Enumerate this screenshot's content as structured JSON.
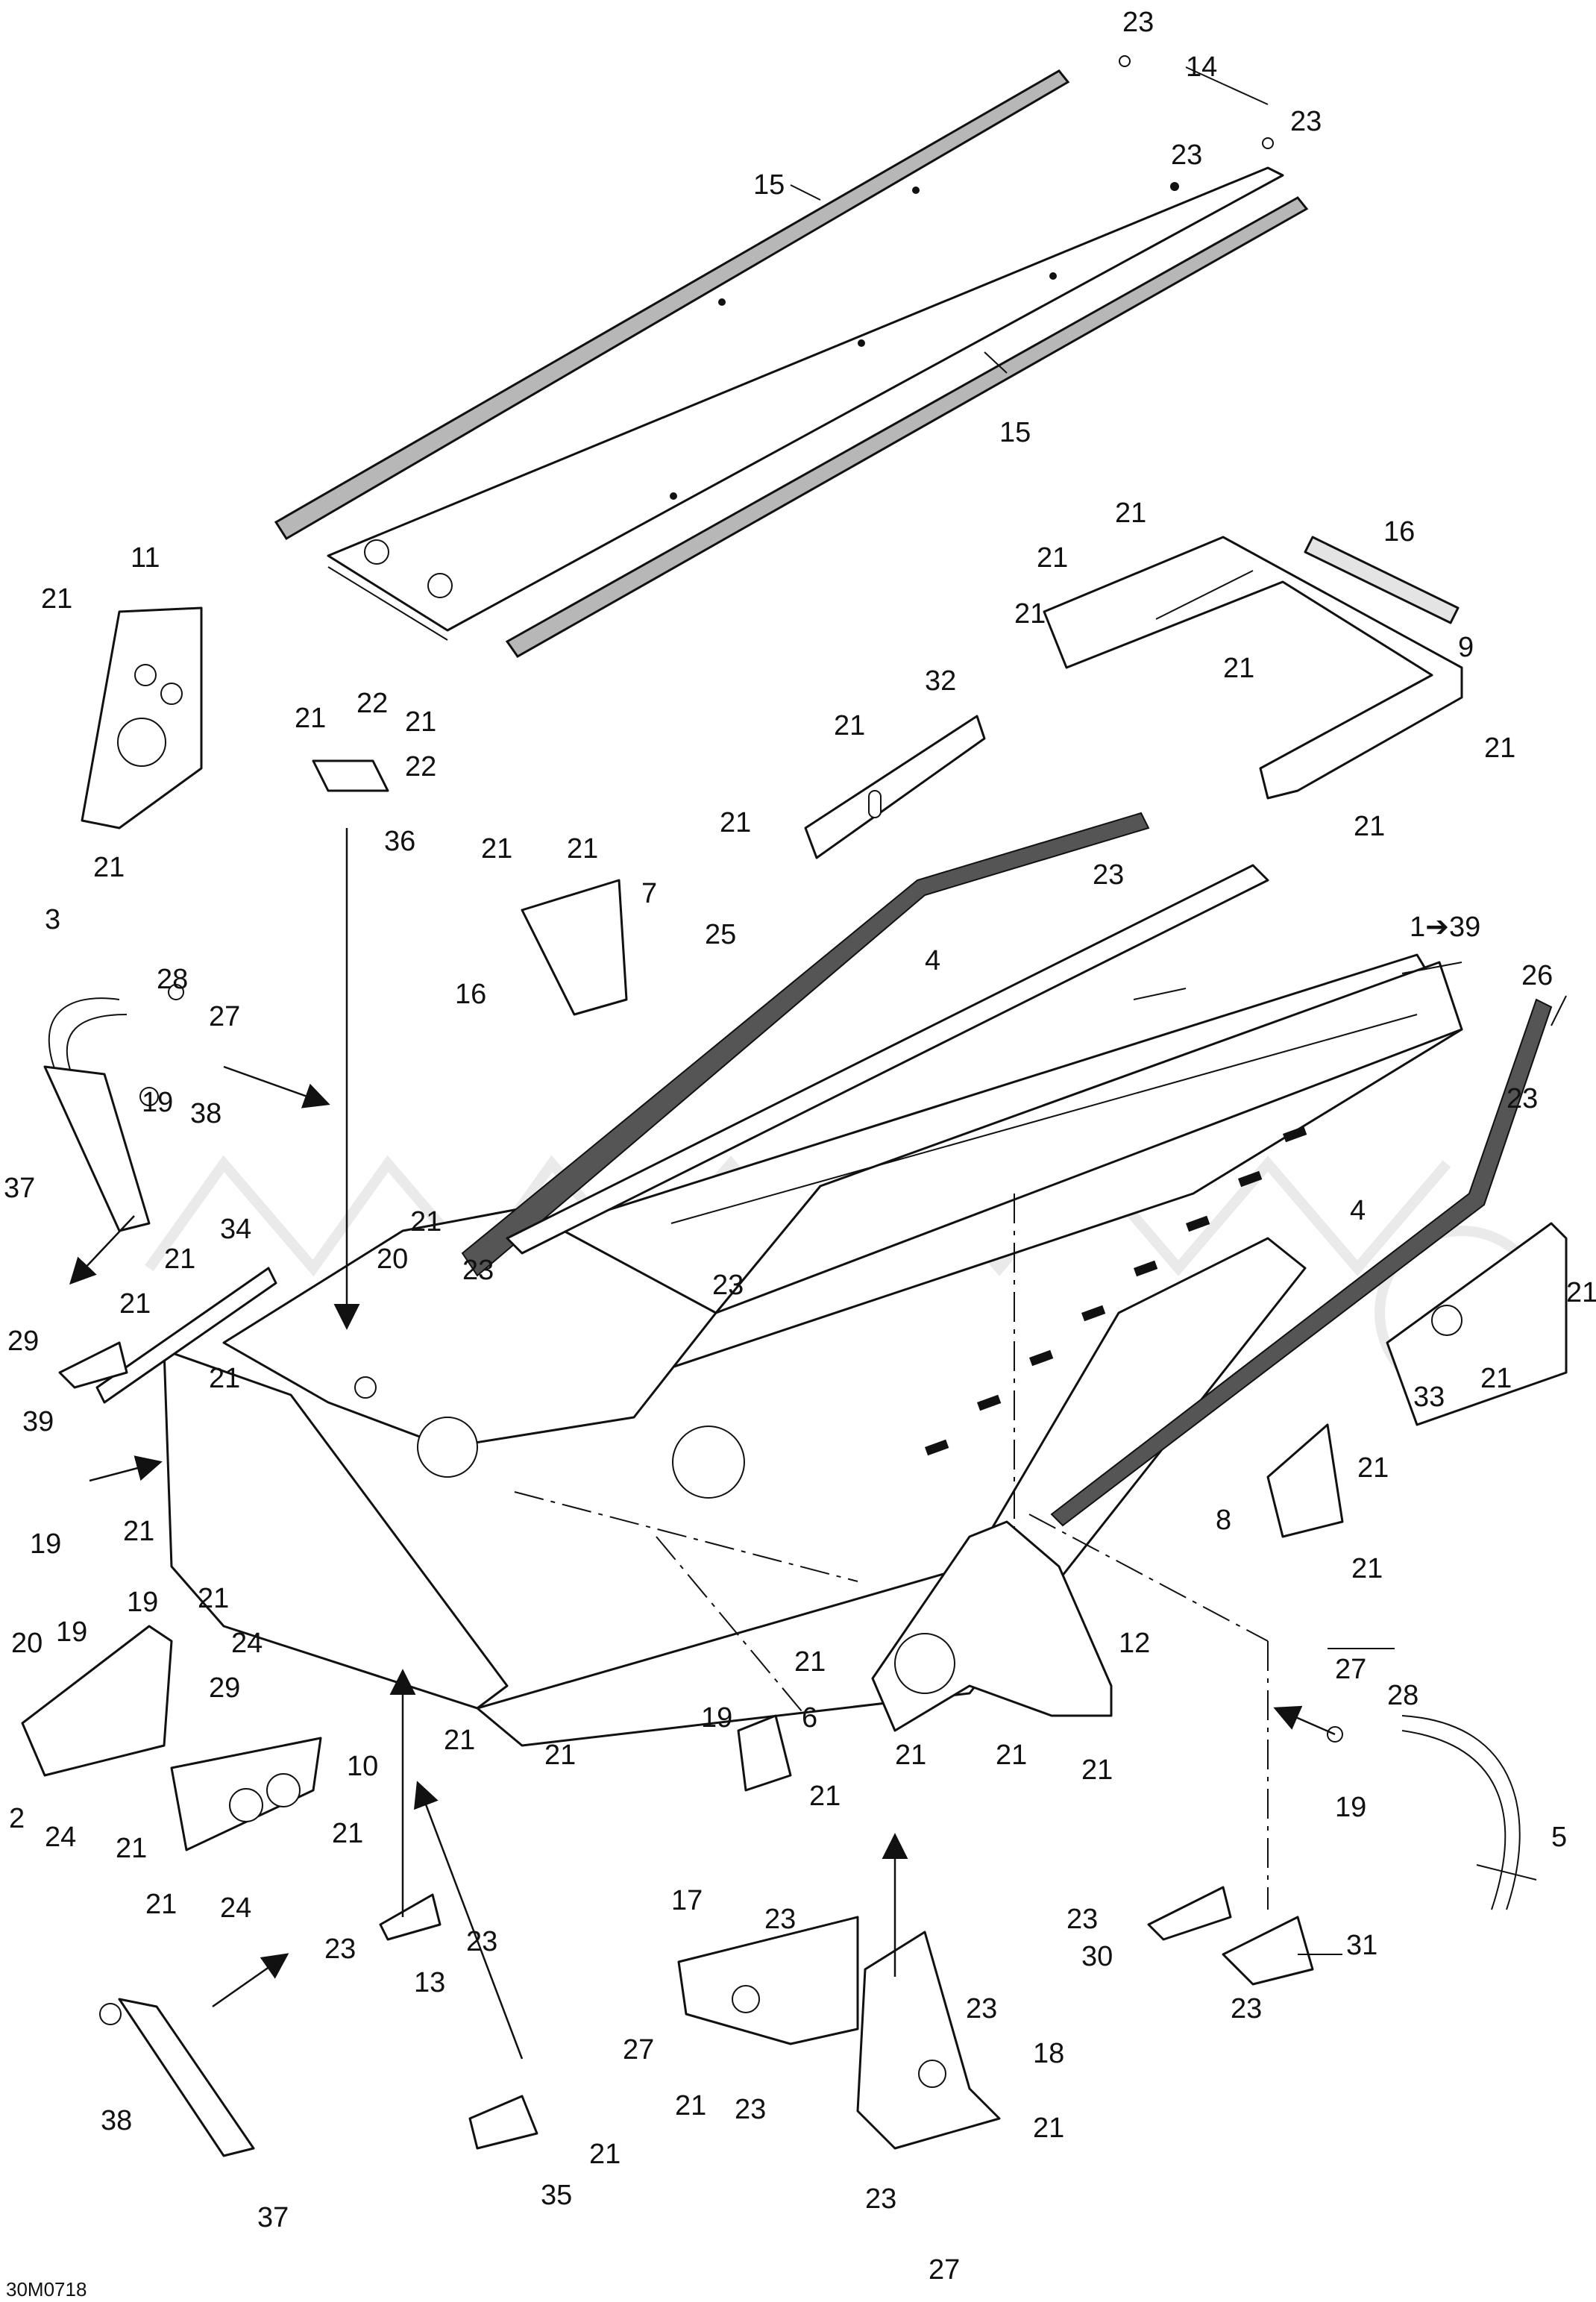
{
  "figure": {
    "code": "30M0718",
    "range_label": "1➔39"
  },
  "callouts": [
    {
      "id": "c-23-top",
      "label": "23"
    },
    {
      "id": "c-14",
      "label": "14"
    },
    {
      "id": "c-23-topright",
      "label": "23"
    },
    {
      "id": "c-23-mid",
      "label": "23"
    },
    {
      "id": "c-15-a",
      "label": "15"
    },
    {
      "id": "c-15-b",
      "label": "15"
    },
    {
      "id": "c-11",
      "label": "11"
    },
    {
      "id": "c-21-11a",
      "label": "21"
    },
    {
      "id": "c-21-11b",
      "label": "21"
    },
    {
      "id": "c-21-9a",
      "label": "21"
    },
    {
      "id": "c-21-9b",
      "label": "21"
    },
    {
      "id": "c-21-9c",
      "label": "21"
    },
    {
      "id": "c-16-a",
      "label": "16"
    },
    {
      "id": "c-9",
      "label": "9"
    },
    {
      "id": "c-21-9d",
      "label": "21"
    },
    {
      "id": "c-21-9e",
      "label": "21"
    },
    {
      "id": "c-21-9f",
      "label": "21"
    },
    {
      "id": "c-21-36a",
      "label": "21"
    },
    {
      "id": "c-22-a",
      "label": "22"
    },
    {
      "id": "c-21-36b",
      "label": "21"
    },
    {
      "id": "c-22-b",
      "label": "22"
    },
    {
      "id": "c-36",
      "label": "36"
    },
    {
      "id": "c-32",
      "label": "32"
    },
    {
      "id": "c-21-32a",
      "label": "21"
    },
    {
      "id": "c-21-32b",
      "label": "21"
    },
    {
      "id": "c-21-7a",
      "label": "21"
    },
    {
      "id": "c-21-7b",
      "label": "21"
    },
    {
      "id": "c-7",
      "label": "7"
    },
    {
      "id": "c-23-25",
      "label": "23"
    },
    {
      "id": "c-25",
      "label": "25"
    },
    {
      "id": "c-4-a",
      "label": "4"
    },
    {
      "id": "c-range",
      "label": "1➔39"
    },
    {
      "id": "c-3",
      "label": "3"
    },
    {
      "id": "c-28-a",
      "label": "28"
    },
    {
      "id": "c-27-a",
      "label": "27"
    },
    {
      "id": "c-16-b",
      "label": "16"
    },
    {
      "id": "c-19-a",
      "label": "19"
    },
    {
      "id": "c-26",
      "label": "26"
    },
    {
      "id": "c-37-a",
      "label": "37"
    },
    {
      "id": "c-38-a",
      "label": "38"
    },
    {
      "id": "c-23-26",
      "label": "23"
    },
    {
      "id": "c-4-b",
      "label": "4"
    },
    {
      "id": "c-21-x1",
      "label": "21"
    },
    {
      "id": "c-23-x1",
      "label": "23"
    },
    {
      "id": "c-34",
      "label": "34"
    },
    {
      "id": "c-21-34a",
      "label": "21"
    },
    {
      "id": "c-20-a",
      "label": "20"
    },
    {
      "id": "c-23-x2",
      "label": "23"
    },
    {
      "id": "c-21-34b",
      "label": "21"
    },
    {
      "id": "c-29-a",
      "label": "29"
    },
    {
      "id": "c-21-33a",
      "label": "21"
    },
    {
      "id": "c-33",
      "label": "33"
    },
    {
      "id": "c-21-33b",
      "label": "21"
    },
    {
      "id": "c-21-x2",
      "label": "21"
    },
    {
      "id": "c-39",
      "label": "39"
    },
    {
      "id": "c-19-b",
      "label": "19"
    },
    {
      "id": "c-21-8a",
      "label": "21"
    },
    {
      "id": "c-8",
      "label": "8"
    },
    {
      "id": "c-21-8b",
      "label": "21"
    },
    {
      "id": "c-21-x3",
      "label": "21"
    },
    {
      "id": "c-21-x4",
      "label": "21"
    },
    {
      "id": "c-24-a",
      "label": "24"
    },
    {
      "id": "c-19-c",
      "label": "19"
    },
    {
      "id": "c-12",
      "label": "12"
    },
    {
      "id": "c-20-b",
      "label": "20"
    },
    {
      "id": "c-19-d",
      "label": "19"
    },
    {
      "id": "c-21-x5",
      "label": "21"
    },
    {
      "id": "c-29-b",
      "label": "29"
    },
    {
      "id": "c-19-e",
      "label": "19"
    },
    {
      "id": "c-27-b",
      "label": "27"
    },
    {
      "id": "c-28-b",
      "label": "28"
    },
    {
      "id": "c-6",
      "label": "6"
    },
    {
      "id": "c-21-x6",
      "label": "21"
    },
    {
      "id": "c-21-x7",
      "label": "21"
    },
    {
      "id": "c-21-12a",
      "label": "21"
    },
    {
      "id": "c-21-12b",
      "label": "21"
    },
    {
      "id": "c-21-12c",
      "label": "21"
    },
    {
      "id": "c-21-6",
      "label": "21"
    },
    {
      "id": "c-19-f",
      "label": "19"
    },
    {
      "id": "c-2",
      "label": "2"
    },
    {
      "id": "c-24-b",
      "label": "24"
    },
    {
      "id": "c-10",
      "label": "10"
    },
    {
      "id": "c-21-10a",
      "label": "21"
    },
    {
      "id": "c-21-10b",
      "label": "21"
    },
    {
      "id": "c-5",
      "label": "5"
    },
    {
      "id": "c-21-10c",
      "label": "21"
    },
    {
      "id": "c-24-c",
      "label": "24"
    },
    {
      "id": "c-17",
      "label": "17"
    },
    {
      "id": "c-23-17",
      "label": "23"
    },
    {
      "id": "c-23-30",
      "label": "23"
    },
    {
      "id": "c-31",
      "label": "31"
    },
    {
      "id": "c-30",
      "label": "30"
    },
    {
      "id": "c-23-13a",
      "label": "23"
    },
    {
      "id": "c-23-13b",
      "label": "23"
    },
    {
      "id": "c-13",
      "label": "13"
    },
    {
      "id": "c-23-31",
      "label": "23"
    },
    {
      "id": "c-23-18a",
      "label": "23"
    },
    {
      "id": "c-27-c",
      "label": "27"
    },
    {
      "id": "c-18",
      "label": "18"
    },
    {
      "id": "c-21-17",
      "label": "21"
    },
    {
      "id": "c-23-17b",
      "label": "23"
    },
    {
      "id": "c-38-b",
      "label": "38"
    },
    {
      "id": "c-21-35",
      "label": "21"
    },
    {
      "id": "c-21-18",
      "label": "21"
    },
    {
      "id": "c-35",
      "label": "35"
    },
    {
      "id": "c-23-18b",
      "label": "23"
    },
    {
      "id": "c-37-b",
      "label": "37"
    },
    {
      "id": "c-27-d",
      "label": "27"
    }
  ]
}
